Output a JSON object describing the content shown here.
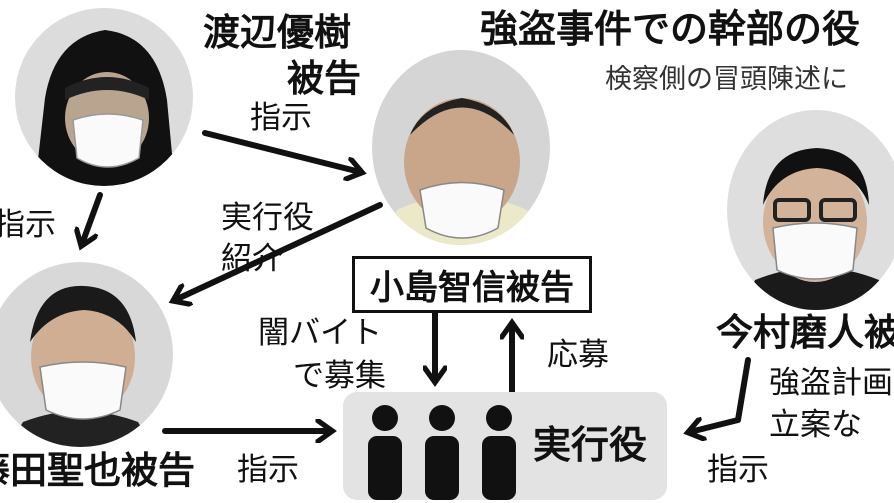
{
  "header": {
    "title": "強盗事件での幹部の役",
    "subtitle": "検察側の冒頭陳述に"
  },
  "persons": {
    "watanabe": {
      "name_line1": "渡辺優樹",
      "name_line2": "被告"
    },
    "kojima": {
      "name": "小島智信被告"
    },
    "fujita": {
      "name": "藤田聖也被告"
    },
    "imamura": {
      "name": "今村磨人被",
      "role_line1": "強盗計画",
      "role_line2": "立案な"
    }
  },
  "edges": {
    "watanabe_to_kojima": "指示",
    "watanabe_to_fujita": "指示",
    "kojima_to_fujita_line1": "実行役",
    "kojima_to_fujita_line2": "紹介",
    "recruit_line1": "闇バイト",
    "recruit_line2": "で募集",
    "apply": "応募",
    "fujita_to_group": "指示",
    "imamura_to_group": "指示"
  },
  "group": {
    "label": "実行役"
  },
  "colors": {
    "ink": "#111111",
    "group_bg": "#e3e3e3",
    "photo_bg": "#d9d9d9"
  }
}
